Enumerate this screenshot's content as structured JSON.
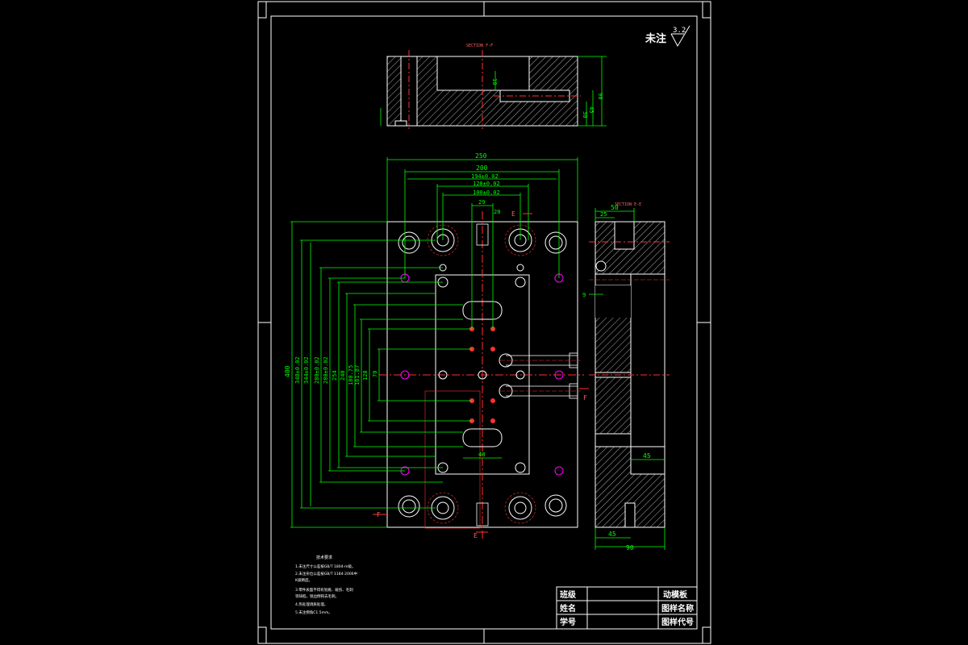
{
  "drawing": {
    "surface_note": "未注",
    "roughness_value": "3.2",
    "section_top_label": "SECTION F-F",
    "section_side_label": "SECTION E-E",
    "cut_mark_e": "E",
    "cut_mark_f": "F"
  },
  "top_view_dims": {
    "d90": "90",
    "d45": "45",
    "d30": "30",
    "d18": "18"
  },
  "plan_dims": {
    "w250": "250",
    "w200": "200",
    "w194": "194±0.02",
    "w128": "128±0.02",
    "w100": "100±0.02",
    "w29": "29",
    "w20": "20",
    "h400": "400",
    "h348": "348±0.02",
    "h344": "344±0.02",
    "h280": "280±0.02",
    "h280b": "280±0.02",
    "h254": "254",
    "h240": "240",
    "h180": "180.75",
    "h161": "161.87",
    "h120": "120",
    "h70": "70",
    "w48": "48"
  },
  "side_dims": {
    "d50": "50",
    "d25": "25",
    "d9": "9",
    "d45a": "45",
    "d45b": "45",
    "d90": "90"
  },
  "notes": {
    "title": "技术要求",
    "lines": [
      "1.未注尺寸公差按GB/T 1804-m级。",
      "2.未注形位公差按GB/T 1184-2006中",
      "  K级精度。",
      "3.零件表面不得有划痕、碰伤、毛刺",
      "  等缺陷，锐边倒钝去毛刺。",
      "4.热处理调质处理。",
      "5.未注倒角C1.5mm。"
    ]
  },
  "title_block": {
    "class_label": "班级",
    "name_label": "姓名",
    "id_label": "学号",
    "part_name": "动模板",
    "drawing_name": "图样名称",
    "drawing_code": "图样代号"
  },
  "colors": {
    "background": "#000000",
    "outline": "#ffffff",
    "dimension": "#00ff00",
    "centerline": "#ff3030",
    "section_label": "#ff6060",
    "hatch": "#ffffff",
    "thread": "#ff00ff"
  }
}
